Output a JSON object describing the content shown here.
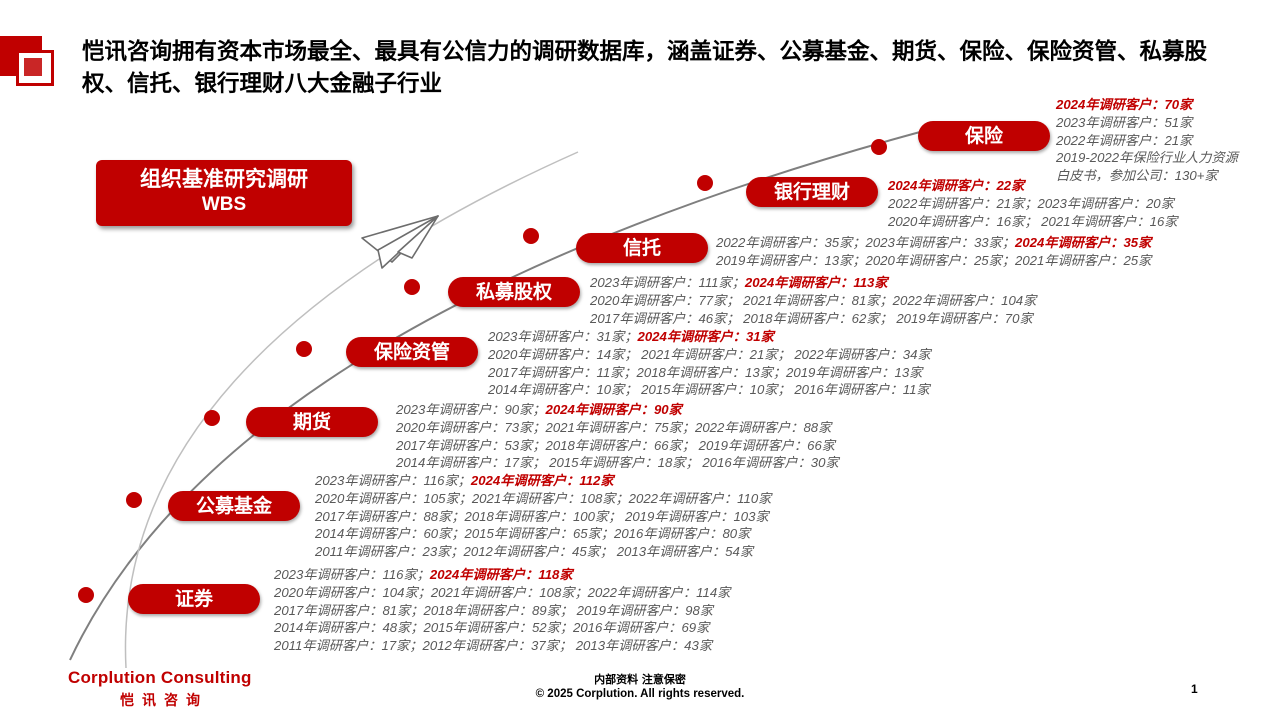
{
  "title": "恺讯咨询拥有资本市场最全、最具有公信力的调研数据库，涵盖证券、公募基金、期货、保险、保险资管、私募股权、信托、银行理财八大金融子行业",
  "wbs": {
    "line1": "组织基准研究调研",
    "line2": "WBS"
  },
  "colors": {
    "accent": "#c00000",
    "text_gray": "#595959"
  },
  "icons": {
    "logo": "brand-square-icon",
    "plane": "paper-plane-icon",
    "marker": "dot-icon"
  },
  "sectors": [
    {
      "label": "保险",
      "lines": [
        [
          {
            "t": "2024年调研客户：70家",
            "hl": true
          }
        ],
        [
          {
            "t": "2023年调研客户：51家"
          }
        ],
        [
          {
            "t": "2022年调研客户：21家"
          }
        ],
        [
          {
            "t": "2019-2022年保险行业人力资源"
          }
        ],
        [
          {
            "t": "白皮书，参加公司：130+家"
          }
        ]
      ]
    },
    {
      "label": "银行理财",
      "lines": [
        [
          {
            "t": "2024年调研客户：22家",
            "hl": true
          }
        ],
        [
          {
            "t": "2022年调研客户：21家；2023年调研客户：20家"
          }
        ],
        [
          {
            "t": "2020年调研客户：16家；  2021年调研客户：16家"
          }
        ]
      ]
    },
    {
      "label": "信托",
      "lines": [
        [
          {
            "t": "2022年调研客户：35家；2023年调研客户：33家；"
          },
          {
            "t": "2024年调研客户：35家",
            "hl": true
          }
        ],
        [
          {
            "t": "2019年调研客户：13家；2020年调研客户：25家；2021年调研客户：25家"
          }
        ]
      ]
    },
    {
      "label": "私募股权",
      "lines": [
        [
          {
            "t": "2023年调研客户：111家；"
          },
          {
            "t": "2024年调研客户：113家",
            "hl": true
          }
        ],
        [
          {
            "t": "2020年调研客户：77家；  2021年调研客户：81家；2022年调研客户：104家"
          }
        ],
        [
          {
            "t": "2017年调研客户：46家；  2018年调研客户：62家；  2019年调研客户：70家"
          }
        ]
      ]
    },
    {
      "label": "保险资管",
      "lines": [
        [
          {
            "t": "2023年调研客户：31家；"
          },
          {
            "t": "2024年调研客户：31家",
            "hl": true
          }
        ],
        [
          {
            "t": "2020年调研客户：14家；  2021年调研客户：21家；  2022年调研客户：34家"
          }
        ],
        [
          {
            "t": "2017年调研客户：11家；2018年调研客户：13家；2019年调研客户：13家"
          }
        ],
        [
          {
            "t": "2014年调研客户：10家；  2015年调研客户：10家；  2016年调研客户：11家"
          }
        ]
      ]
    },
    {
      "label": "期货",
      "lines": [
        [
          {
            "t": "2023年调研客户：90家；"
          },
          {
            "t": "2024年调研客户：90家",
            "hl": true
          }
        ],
        [
          {
            "t": "2020年调研客户：73家；2021年调研客户：75家；2022年调研客户：88家"
          }
        ],
        [
          {
            "t": "2017年调研客户：53家；2018年调研客户：66家；  2019年调研客户：66家"
          }
        ],
        [
          {
            "t": "2014年调研客户：17家；  2015年调研客户：18家；  2016年调研客户：30家"
          }
        ]
      ]
    },
    {
      "label": "公募基金",
      "lines": [
        [
          {
            "t": "2023年调研客户：116家；"
          },
          {
            "t": "2024年调研客户：112家",
            "hl": true
          }
        ],
        [
          {
            "t": "2020年调研客户：105家；2021年调研客户：108家；2022年调研客户：110家"
          }
        ],
        [
          {
            "t": "2017年调研客户：88家；2018年调研客户：100家；  2019年调研客户：103家"
          }
        ],
        [
          {
            "t": "2014年调研客户：60家；2015年调研客户：65家；2016年调研客户：80家"
          }
        ],
        [
          {
            "t": "2011年调研客户：23家；2012年调研客户：45家；  2013年调研客户：54家"
          }
        ]
      ]
    },
    {
      "label": "证券",
      "lines": [
        [
          {
            "t": "2023年调研客户：116家；"
          },
          {
            "t": "2024年调研客户：118家",
            "hl": true
          }
        ],
        [
          {
            "t": "2020年调研客户：104家；2021年调研客户：108家；2022年调研客户：114家"
          }
        ],
        [
          {
            "t": "2017年调研客户：81家；2018年调研客户：89家；  2019年调研客户：98家"
          }
        ],
        [
          {
            "t": "2014年调研客户：48家；2015年调研客户：52家；2016年调研客户：69家"
          }
        ],
        [
          {
            "t": "2011年调研客户：17家；2012年调研客户：37家；  2013年调研客户：43家"
          }
        ]
      ]
    }
  ],
  "footer": {
    "brand": "Corplution Consulting",
    "brand_cn": "恺讯咨询",
    "confidential": "内部资料 注意保密",
    "copyright": "© 2025 Corplution. All rights reserved.",
    "page": "1"
  }
}
